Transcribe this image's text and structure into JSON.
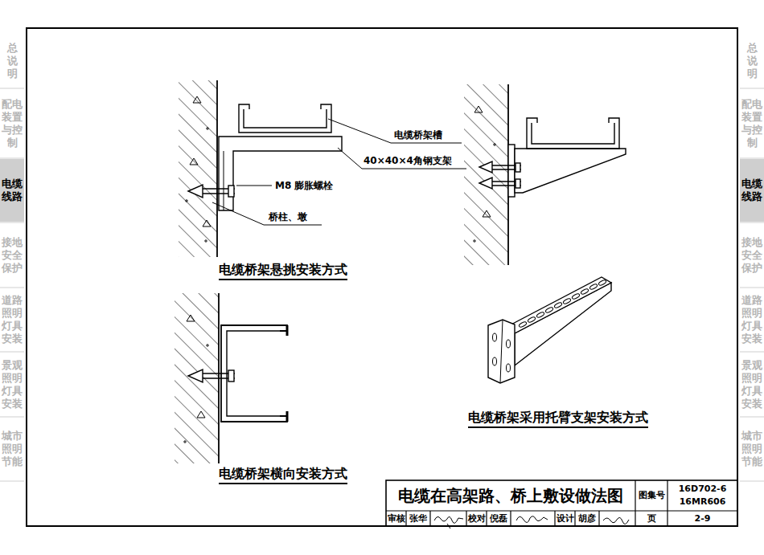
{
  "diagram": {
    "title": "电缆在高架路、桥上敷设做法图",
    "labels": [
      "总说明",
      "配电装置与控制",
      "电缆线路",
      "接地安全保护",
      "道路照明灯具安装",
      "景观照明灯具安装",
      "城市照明节能",
      "总说明",
      "配电装置与控制",
      "电缆线路",
      "接地安全保护",
      "道路照明灯具安装",
      "景观照明灯具安装",
      "城市照明节能",
      "电缆桥架槽",
      "40×40×4角钢支架",
      "M8 膨胀螺栓",
      "桥柱、墩",
      "电缆桥架悬挑安装方式",
      "电缆桥架采用托臂支架安装方式",
      "电缆桥架横向安装方式",
      "图集号",
      "16D702-6",
      "16MR606",
      "审核",
      "张华",
      "校对",
      "倪磊",
      "设计",
      "胡彦",
      "页",
      "2-9"
    ]
  }
}
